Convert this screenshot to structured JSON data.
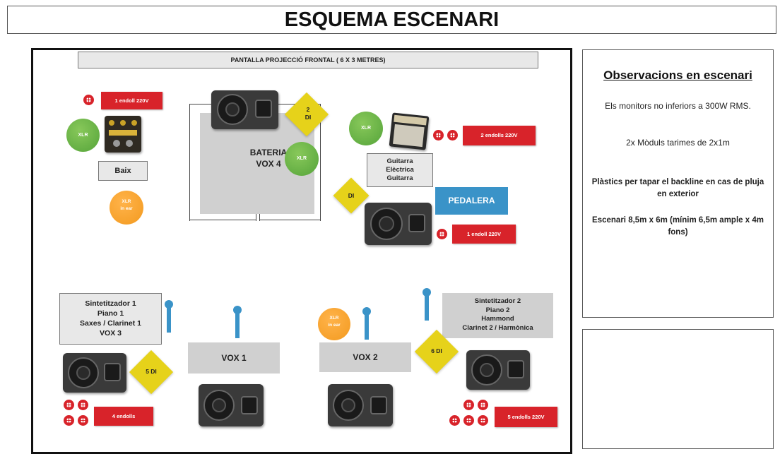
{
  "title": "ESQUEMA ESCENARI",
  "screen_label": "PANTALLA PROJECCIÓ FRONTAL   ( 6 X 3 METRES)",
  "observations": {
    "heading": "Observacions en escenari",
    "line1": "Els monitors no inferiors a 300W RMS.",
    "line2": "2x Mòduls tarimes de 2x1m",
    "line3": "Plàstics per tapar el backline en cas de pluja en exterior",
    "line4": "Escenari 8,5m x 6m (mínim 6,5m ample x 4m fons)"
  },
  "power_labels": {
    "baix": "1 endoll 220V",
    "guitar": "2 endolls 220V",
    "pedal": "1 endoll  220V",
    "synth1": "4 endolls",
    "synth2": "5 endolls 220V"
  },
  "xlr": {
    "baix": "XLR",
    "bateria": "XLR",
    "guitar": "XLR",
    "baix_in_ear": "XLR\nin ear",
    "vox2_in_ear": "XLR\nin ear"
  },
  "di": {
    "bateria": "2\nDI",
    "guitar": "DI",
    "synth1": "5 DI",
    "synth2": "6 DI"
  },
  "labels": {
    "baix": "Baix",
    "bateria": "BATERIA\nVOX 4",
    "guitar": "Guitarra\nElèctrica\nGuitarra",
    "pedalera": "PEDALERA",
    "synth1": "Sintetitzador 1\nPiano 1\nSaxes / Clarinet 1\nVOX 3",
    "synth2": "Sintetitzador 2\nPiano 2\nHammond\nClarinet 2 / Harmònica",
    "vox1": "VOX 1",
    "vox2": "VOX 2"
  },
  "colors": {
    "power_red": "#d8232a",
    "xlr_green": "#6ab846",
    "in_ear_orange": "#f7a12e",
    "di_yellow": "#e6d21a",
    "pedal_blue": "#3a93c8",
    "mic_blue": "#3a93c8"
  },
  "icons": {
    "monitor": "monitor-speaker-icon",
    "mic": "microphone-icon",
    "outlet": "power-outlet-icon",
    "amp": "guitar-amp-icon",
    "pedal": "bass-pedal-icon"
  }
}
